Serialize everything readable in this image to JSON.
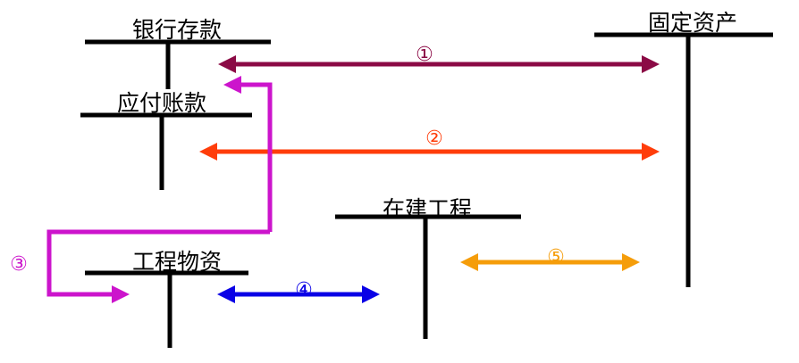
{
  "accounts": {
    "bank_deposit": "银行存款",
    "accounts_payable": "应付账款",
    "fixed_assets": "固定资产",
    "construction_in_progress": "在建工程",
    "engineering_materials": "工程物资"
  },
  "flows": {
    "f1": {
      "label": "①",
      "color": "#8b0a45"
    },
    "f2": {
      "label": "②",
      "color": "#ff3d0a"
    },
    "f3": {
      "label": "③",
      "color": "#cc14cc"
    },
    "f4": {
      "label": "④",
      "color": "#0a00e6"
    },
    "f5": {
      "label": "⑤",
      "color": "#f59d0a"
    }
  }
}
